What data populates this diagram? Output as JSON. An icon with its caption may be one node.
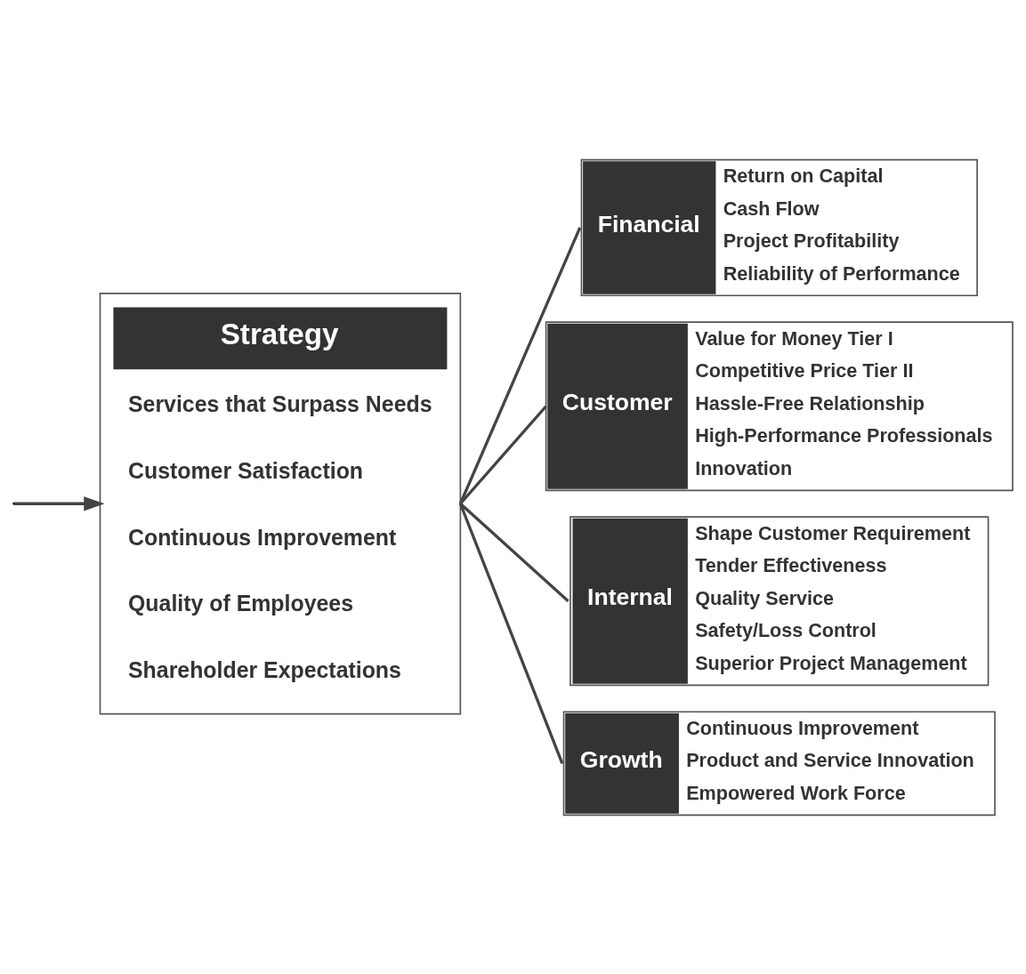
{
  "diagram": {
    "nodes": [
      {
        "text": [
          "Strategy",
          "Services that Surpass Needs",
          "Customer Satisfaction",
          "Continuous Improvement",
          "Quality of Employees",
          "Shareholder Expectations"
        ]
      },
      {
        "text": [
          "Financial",
          "Return on Capital",
          "Cash Flow",
          "Project Profitability",
          "Reliability of Performance"
        ]
      },
      {
        "text": [
          "Customer",
          "Value for Money Tier I",
          "Competitive Price Tier II",
          "Hassle-Free Relationship",
          "High-Performance Professionals",
          "Innovation"
        ]
      },
      {
        "text": [
          "Internal",
          "Shape Customer Requirement",
          "Tender Effectiveness",
          "Quality Service",
          "Safety/Loss Control",
          "Superior Project Management"
        ]
      },
      {
        "text": [
          "Growth",
          "Continuous Improvement",
          "Product and Service Innovation",
          "Empowered Work Force"
        ]
      }
    ],
    "edges": [
      {
        "from": null,
        "to": 0,
        "arrow": "to"
      },
      {
        "from": 0,
        "to": 1,
        "arrow": "none"
      },
      {
        "from": 0,
        "to": 2,
        "arrow": "none"
      },
      {
        "from": 0,
        "to": 3,
        "arrow": "none"
      },
      {
        "from": 0,
        "to": 4,
        "arrow": "none"
      }
    ]
  }
}
